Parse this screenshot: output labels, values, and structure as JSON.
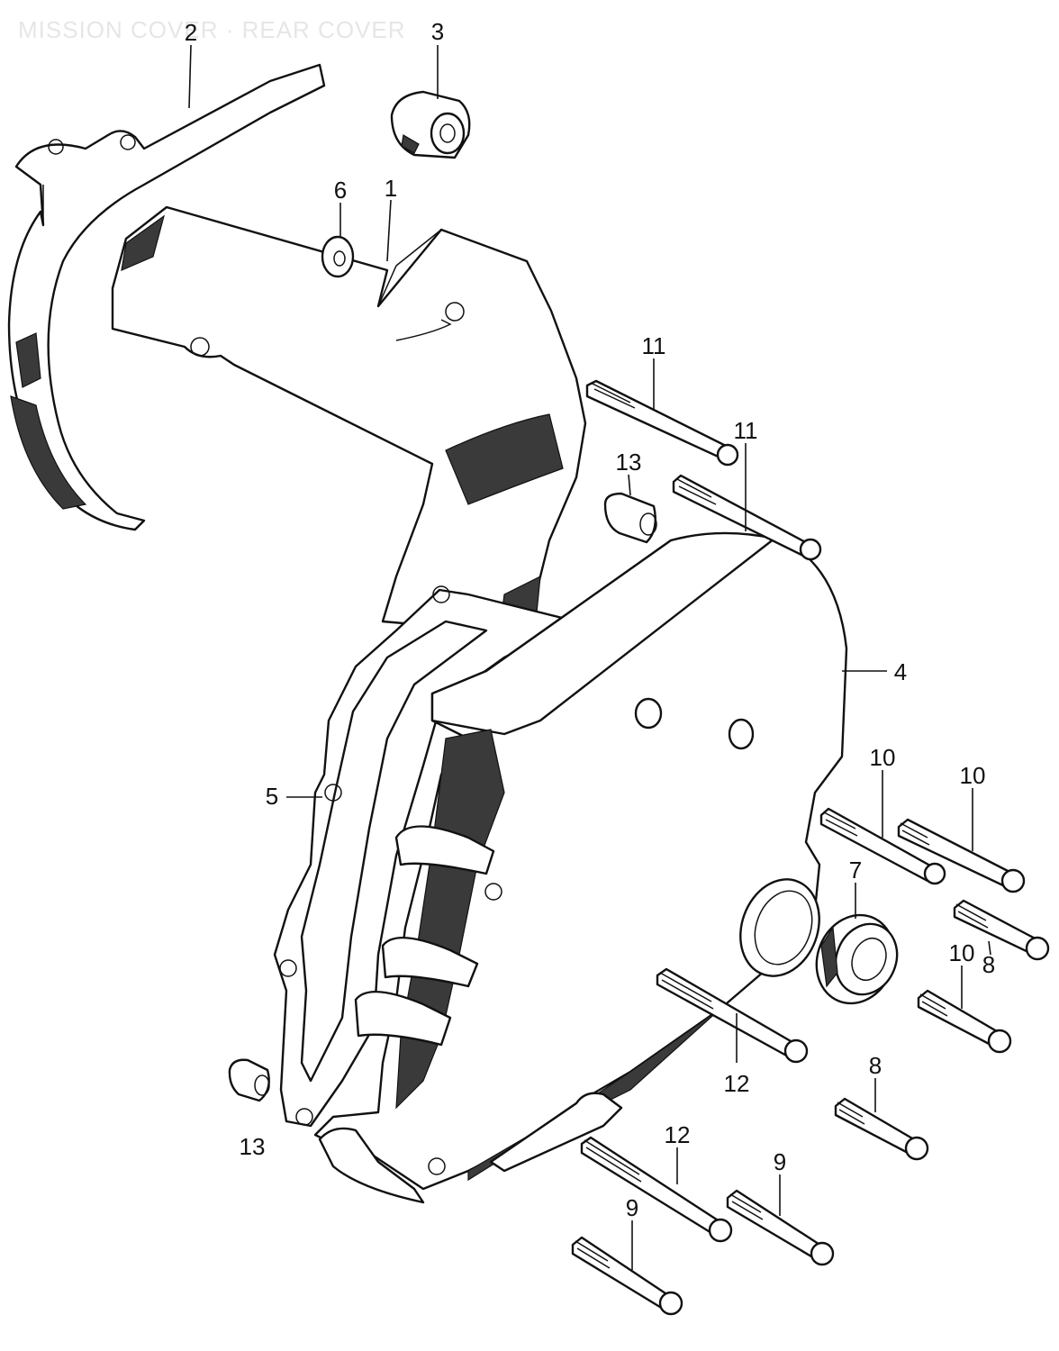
{
  "diagram": {
    "title": "MISSION COVER · REAR COVER",
    "callouts": [
      {
        "id": "c2",
        "label": "2"
      },
      {
        "id": "c3",
        "label": "3"
      },
      {
        "id": "c6",
        "label": "6"
      },
      {
        "id": "c1",
        "label": "1"
      },
      {
        "id": "c11a",
        "label": "11"
      },
      {
        "id": "c11b",
        "label": "11"
      },
      {
        "id": "c13a",
        "label": "13"
      },
      {
        "id": "c4",
        "label": "4"
      },
      {
        "id": "c5",
        "label": "5"
      },
      {
        "id": "c10a",
        "label": "10"
      },
      {
        "id": "c10b",
        "label": "10"
      },
      {
        "id": "c7",
        "label": "7"
      },
      {
        "id": "c8a",
        "label": "8"
      },
      {
        "id": "c10c",
        "label": "10"
      },
      {
        "id": "c12a",
        "label": "12"
      },
      {
        "id": "c8b",
        "label": "8"
      },
      {
        "id": "c13b",
        "label": "13"
      },
      {
        "id": "c12b",
        "label": "12"
      },
      {
        "id": "c9a",
        "label": "9"
      },
      {
        "id": "c9b",
        "label": "9"
      }
    ]
  }
}
